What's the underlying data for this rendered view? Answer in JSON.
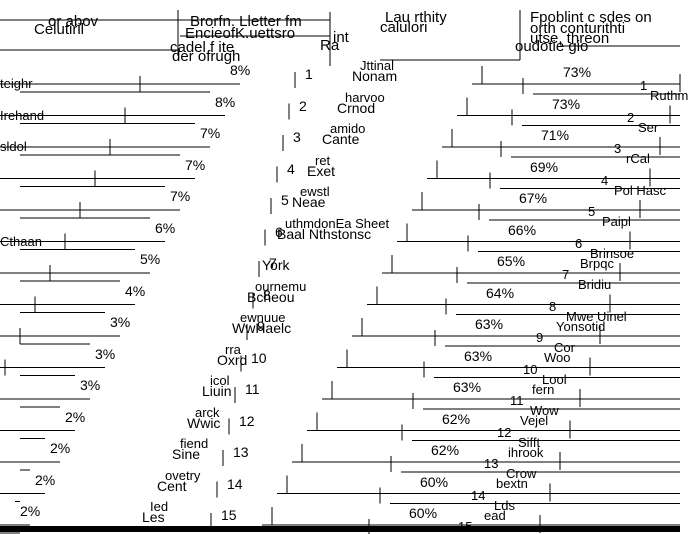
{
  "header": {
    "left_a": "or abov",
    "left_b": "Celutiril",
    "mid_a": "Brorfn. Lletter fm",
    "mid_b": "EncieofK.uettsro",
    "mid_c": "Ra",
    "mid_d": "int",
    "mid_e": "cadel f ite",
    "mid_f": "der ofrugh",
    "center_a": "Lau rthity",
    "center_b": "calulori",
    "right_a": "Fpoblint c sdes on",
    "right_b": "orth conturithti",
    "right_c": "utse, threon",
    "right_d": "oudotie gio"
  },
  "rows": [
    {
      "rank": "1",
      "city": "Nonam",
      "ghost": "Jttinal",
      "left_pct": "8%",
      "right_pct": "73%",
      "left_label": "teighr",
      "right_rank": "1"
    },
    {
      "rank": "2",
      "city": "Crnod",
      "ghost": "harvoo",
      "left_pct": "8%",
      "right_pct": "73%",
      "left_label": "Irehand",
      "right_rank": "2"
    },
    {
      "rank": "3",
      "city": "Cante",
      "ghost": "amido",
      "left_pct": "7%",
      "right_pct": "71%",
      "left_label": "sldol",
      "right_rank": "3"
    },
    {
      "rank": "4",
      "city": "Exet",
      "ghost": "ret",
      "left_pct": "7%",
      "right_pct": "69%",
      "left_label": "",
      "right_rank": "4"
    },
    {
      "rank": "5",
      "city": "Neae",
      "ghost": "ewstl",
      "left_pct": "7%",
      "right_pct": "67%",
      "left_label": "",
      "right_rank": "5"
    },
    {
      "rank": "6",
      "city": "Baal Nthstonsc",
      "ghost": "uthmdonEa Sheet",
      "left_pct": "6%",
      "right_pct": "66%",
      "left_label": "Cthaan",
      "right_rank": "6"
    },
    {
      "rank": "7",
      "city": "York",
      "ghost": "",
      "left_pct": "5%",
      "right_pct": "65%",
      "left_label": "",
      "right_rank": "7"
    },
    {
      "rank": "8",
      "city": "Bcheou",
      "ghost": "ournemu",
      "left_pct": "4%",
      "right_pct": "64%",
      "left_label": "",
      "right_rank": "8"
    },
    {
      "rank": "9",
      "city": "WwHaelc",
      "ghost": "ewnuue",
      "left_pct": "3%",
      "right_pct": "63%",
      "left_label": "",
      "right_rank": "9"
    },
    {
      "rank": "10",
      "city": "Oxrd",
      "ghost": "rra",
      "left_pct": "3%",
      "right_pct": "63%",
      "left_label": "",
      "right_rank": "10"
    },
    {
      "rank": "11",
      "city": "Liuin",
      "ghost": "icol",
      "left_pct": "3%",
      "right_pct": "63%",
      "left_label": "",
      "right_rank": "11"
    },
    {
      "rank": "12",
      "city": "Wwic",
      "ghost": "arck",
      "left_pct": "2%",
      "right_pct": "62%",
      "left_label": "",
      "right_rank": "12"
    },
    {
      "rank": "13",
      "city": "Sine",
      "ghost": "fiend",
      "left_pct": "2%",
      "right_pct": "62%",
      "left_label": "",
      "right_rank": "13"
    },
    {
      "rank": "14",
      "city": "Cent",
      "ghost": "ovetry",
      "left_pct": "2%",
      "right_pct": "60%",
      "left_label": "",
      "right_rank": "14"
    },
    {
      "rank": "15",
      "city": "Les",
      "ghost": "Ied",
      "left_pct": "2%",
      "right_pct": "60%",
      "left_label": "",
      "right_rank": "15"
    }
  ],
  "right_fragments": [
    {
      "a": "Ruthm",
      "b": ""
    },
    {
      "a": "Ser",
      "b": ""
    },
    {
      "a": "rCal",
      "b": ""
    },
    {
      "a": "Pol Hasc",
      "b": ""
    },
    {
      "a": "Paipl",
      "b": ""
    },
    {
      "a": "Brinsoe",
      "b": "Brpqc"
    },
    {
      "a": "Bridiu",
      "b": ""
    },
    {
      "a": "Mwe Uinel",
      "b": "Yonsotid"
    },
    {
      "a": "Cor",
      "b": "Woo"
    },
    {
      "a": "Lool",
      "b": "fern"
    },
    {
      "a": "Wow",
      "b": "Vejel"
    },
    {
      "a": "Sifft",
      "b": "ihrook"
    },
    {
      "a": "Crow",
      "b": "bextn"
    },
    {
      "a": "Lds",
      "b": "ead"
    }
  ]
}
